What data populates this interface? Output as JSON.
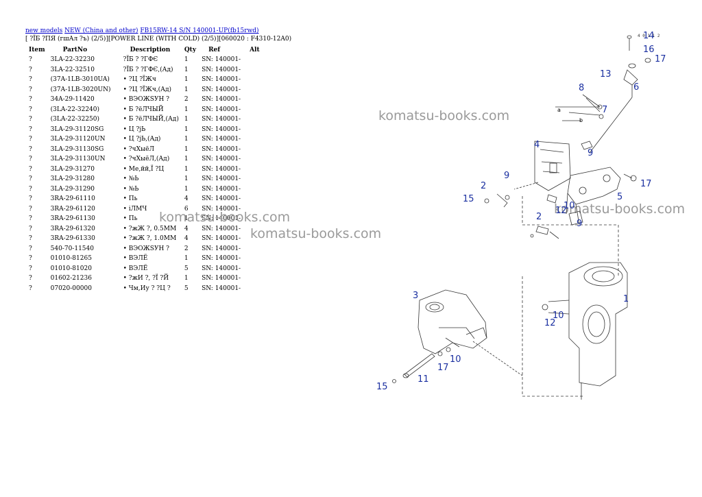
{
  "breadcrumb": {
    "link1": "new models",
    "link2": "NEW (China and other)",
    "link3": "FB15RW-14 S/N 140001-UP(fb15rwd)"
  },
  "header": "[ ?ÏБ ?ПЯ (гшАл ?ъ) (2/5)][POWER LINE (WITH COLD) (2/5)][060020 : F4310-12A0)",
  "table": {
    "headers": [
      "Item",
      "PartNo",
      "Description",
      "Qty",
      "Ref",
      "Alt"
    ],
    "rows": [
      [
        "?",
        "3LA-22-32230",
        "?ÏБ ? ?ГФЄ",
        "1",
        "SN: 140001-",
        ""
      ],
      [
        "?",
        "3LA-22-32510",
        "?ÏБ ? ?ГФЄ,(Ад)",
        "1",
        "SN: 140001-",
        ""
      ],
      [
        "?",
        "(37A-1LB-3010UA)",
        "• ?Ц ?ÏЖч",
        "1",
        "SN: 140001-",
        ""
      ],
      [
        "?",
        "(37A-1LB-3020UN)",
        "• ?Ц ?ÏЖч,(Ад)",
        "1",
        "SN: 140001-",
        ""
      ],
      [
        "?",
        "34A-29-11420",
        "• ВЭОЖЅУН ?",
        "2",
        "SN: 140001-",
        ""
      ],
      [
        "?",
        "(3LA-22-32240)",
        "• Б ?ёЛЧЫЙ",
        "1",
        "SN: 140001-",
        ""
      ],
      [
        "?",
        "(3LA-22-32250)",
        "• Б ?ёЛЧЫЙ,(Ад)",
        "1",
        "SN: 140001-",
        ""
      ],
      [
        "?",
        "3LA-29-31120SG",
        "• Ц ?jЬ",
        "1",
        "SN: 140001-",
        ""
      ],
      [
        "?",
        "3LA-29-31120UN",
        "• Ц ?jЬ,(Ад)",
        "1",
        "SN: 140001-",
        ""
      ],
      [
        "?",
        "3LA-29-31130SG",
        "• ?чХыёЛ",
        "1",
        "SN: 140001-",
        ""
      ],
      [
        "?",
        "3LA-29-31130UN",
        "• ?чХыёЛ,(Ад)",
        "1",
        "SN: 140001-",
        ""
      ],
      [
        "?",
        "3LA-29-31270",
        "• Ме,йй,Ї ?Ц",
        "1",
        "SN: 140001-",
        ""
      ],
      [
        "?",
        "3LA-29-31280",
        "• №Ь",
        "1",
        "SN: 140001-",
        ""
      ],
      [
        "?",
        "3LA-29-31290",
        "• №Ь",
        "1",
        "SN: 140001-",
        ""
      ],
      [
        "?",
        "3RA-29-61110",
        "• Пь",
        "4",
        "SN: 140001-",
        ""
      ],
      [
        "?",
        "3RA-29-61120",
        "• іЛМЧ",
        "6",
        "SN: 140001-",
        ""
      ],
      [
        "?",
        "3RA-29-61130",
        "• Пь",
        "1",
        "SN: 140001-",
        ""
      ],
      [
        "?",
        "3RA-29-61320",
        "• ?жЖ ?, 0.5MM",
        "4",
        "SN: 140001-",
        ""
      ],
      [
        "?",
        "3RA-29-61330",
        "• ?жЖ ?, 1.0MM",
        "4",
        "SN: 140001-",
        ""
      ],
      [
        "?",
        "540-70-11540",
        "• ВЭОЖЅУН ?",
        "2",
        "SN: 140001-",
        ""
      ],
      [
        "?",
        "01010-81265",
        "• ВЭЛЁ",
        "1",
        "SN: 140001-",
        ""
      ],
      [
        "?",
        "01010-81020",
        "• ВЭЛЁ",
        "5",
        "SN: 140001-",
        ""
      ],
      [
        "?",
        "01602-21236",
        "• ?жИ ?, ?Ї ?Й",
        "1",
        "SN: 140001-",
        ""
      ],
      [
        "?",
        "07020-00000",
        "• Чм,Иу ? ?Ц ?",
        "5",
        "SN: 140001-",
        ""
      ]
    ]
  },
  "watermark": "komatsu-books.com",
  "diagram": {
    "code": "4 0 1 1 2",
    "callouts": [
      "14",
      "16",
      "17",
      "13",
      "6",
      "8",
      "7",
      "a",
      "b",
      "4",
      "9",
      "9",
      "2",
      "17",
      "15",
      "5",
      "12",
      "10",
      "9",
      "2",
      "1",
      "3",
      "12",
      "10",
      "17",
      "10",
      "11",
      "15"
    ]
  },
  "colors": {
    "link": "#0000cc",
    "callout": "#1a2fa0",
    "watermark": "#9a9a9a"
  }
}
